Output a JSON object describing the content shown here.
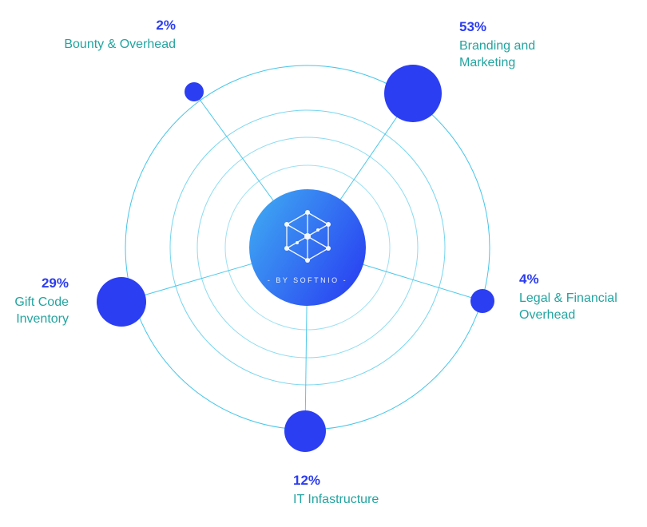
{
  "center": {
    "caption": "- BY SOFTNIO -",
    "icon": "hexagon-network-icon"
  },
  "callouts": [
    {
      "id": "bounty",
      "pct": "2%",
      "label": "Bounty & Overhead"
    },
    {
      "id": "branding",
      "pct": "53%",
      "label": "Branding and\nMarketing"
    },
    {
      "id": "legal",
      "pct": "4%",
      "label": "Legal & Financial\nOverhead"
    },
    {
      "id": "it",
      "pct": "12%",
      "label": "IT Infastructure"
    },
    {
      "id": "gift",
      "pct": "29%",
      "label": "Gift Code\nInventory"
    }
  ],
  "colors": {
    "percent_text": "#2b3cf0",
    "label_text": "#23a4a0",
    "ring_stroke": "#3cc3e8",
    "node_fill": "#2c3ef2",
    "center_gradient_start": "#40aff2",
    "center_gradient_end": "#2b49f2"
  },
  "chart_data": {
    "type": "pie",
    "categories": [
      "Branding and Marketing",
      "Gift Code Inventory",
      "IT Infastructure",
      "Legal & Financial Overhead",
      "Bounty & Overhead"
    ],
    "values": [
      53,
      29,
      12,
      4,
      2
    ],
    "title": "",
    "legend": false,
    "layout": "radial-orbit-bubbles, labels as outer callouts, center badge '- BY SOFTNIO -'"
  }
}
